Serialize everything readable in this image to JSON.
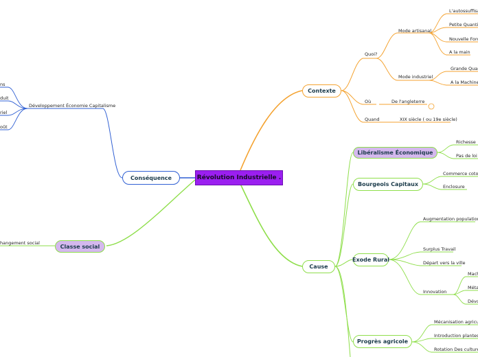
{
  "central": {
    "label": "Révolution Industrielle ."
  },
  "contexte": {
    "label": "Contexte",
    "quoi": "Quoi?",
    "mode_artisanal": "Mode artisanal",
    "artisanal_items": [
      "L'autossuffisan",
      "Petite Quantité",
      "Nouvelle Force",
      "A la main"
    ],
    "mode_industriel": "Mode industriel",
    "industriel_items": [
      "Grande Quanti",
      "A la Machine"
    ],
    "ou": "Où",
    "ou_value": "De l'angleterre",
    "quand": "Quand",
    "quand_value": "XIX siècle ( ou 19e siècle)"
  },
  "cause": {
    "label": "Cause",
    "liberalisme": {
      "label": "Libéralisme Économique",
      "items": [
        "Richesse",
        "Pas de loi"
      ]
    },
    "bourgeois": {
      "label": "Bourgeois Capitaux",
      "items": [
        "Commerce coton",
        "Enclosure"
      ]
    },
    "exode": {
      "label": "Exode Rural",
      "items": [
        "Augmentation population",
        "Surplus Travail",
        "Départ vers la ville",
        "Innovation"
      ],
      "innovation_items": [
        "Mach",
        "Méta",
        "Dévo"
      ]
    },
    "progres": {
      "label": "Progrès agricole",
      "items": [
        "Mécanisation agricultu",
        "Introduction plantes",
        "Rotation Des cultures"
      ]
    }
  },
  "consequence": {
    "label": "Conséquence",
    "developpement": "Développement Économie Capitalisme",
    "dev_items": [
      "ns",
      "duit",
      "riel",
      "oût"
    ]
  },
  "classe": {
    "label": "Classe social",
    "changement": "hangement social"
  },
  "colors": {
    "central_bg": "#9b1ff0",
    "orange": "#f4a22f",
    "green": "#8ede4a",
    "blue": "#2f5fd3",
    "purple_fill": "#d4b8ee",
    "text_dark": "#1a3a4a"
  }
}
